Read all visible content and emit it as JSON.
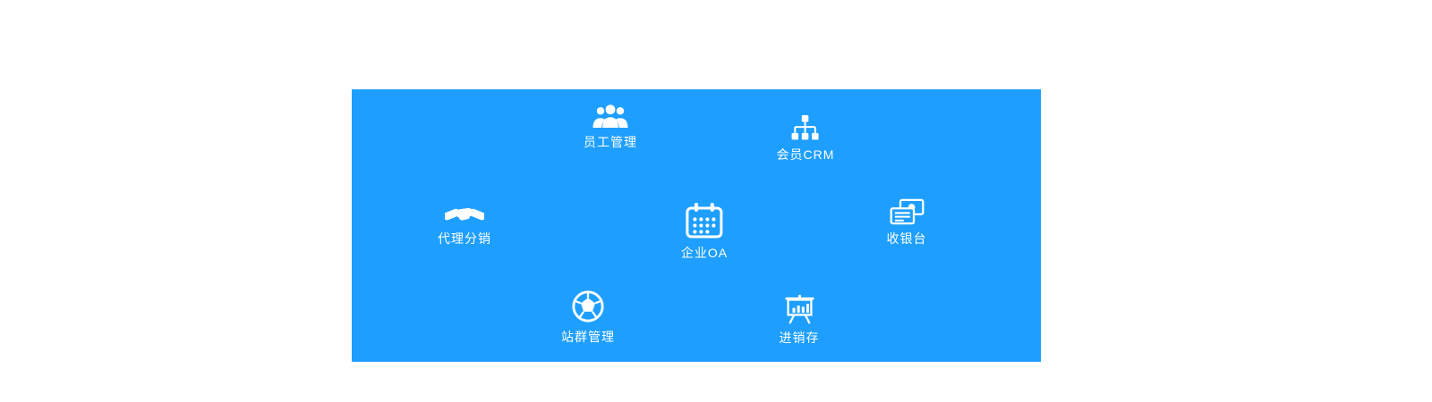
{
  "panel": {
    "bg_color": "#1e9fff",
    "icon_color": "#ffffff",
    "text_color": "#ffffff"
  },
  "items": [
    {
      "label": "员工管理",
      "icon": "users-group-icon"
    },
    {
      "label": "会员CRM",
      "icon": "org-chart-icon"
    },
    {
      "label": "代理分销",
      "icon": "handshake-icon"
    },
    {
      "label": "企业OA",
      "icon": "calendar-icon"
    },
    {
      "label": "收银台",
      "icon": "banknotes-icon"
    },
    {
      "label": "站群管理",
      "icon": "globe-icon"
    },
    {
      "label": "进销存",
      "icon": "presentation-chart-icon"
    }
  ]
}
